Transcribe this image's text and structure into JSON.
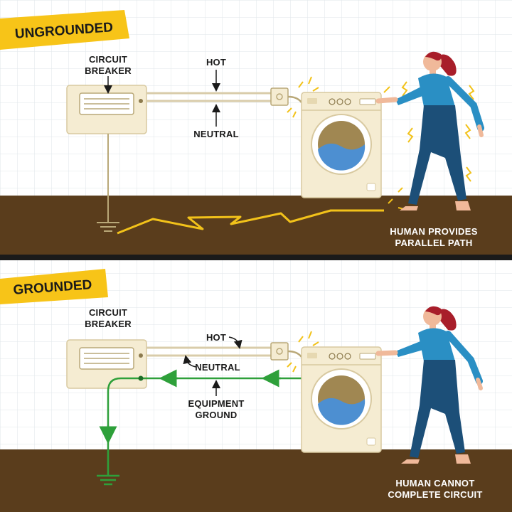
{
  "panels": [
    {
      "banner": "UNGROUNDED",
      "breaker_label": [
        "CIRCUIT",
        "BREAKER"
      ],
      "hot_label": "HOT",
      "neutral_label": "NEUTRAL",
      "footer_label": [
        "HUMAN PROVIDES",
        "PARALLEL PATH"
      ]
    },
    {
      "banner": "GROUNDED",
      "breaker_label": [
        "CIRCUIT",
        "BREAKER"
      ],
      "hot_label": "HOT",
      "neutral_label": "NEUTRAL",
      "equipment_label": [
        "EQUIPMENT",
        "GROUND"
      ],
      "footer_label": [
        "HUMAN CANNOT",
        "COMPLETE CIRCUIT"
      ]
    }
  ],
  "colors": {
    "banner": "#f7c418",
    "floor": "#5a3d1c",
    "grid": "#dfe5ea",
    "ground_wire": "#2ea03a",
    "spark": "#f2c21a",
    "washer": "#f5ecd2",
    "shirt": "#2a8fc4",
    "pants": "#1c4f78",
    "hair": "#a81e2a"
  }
}
